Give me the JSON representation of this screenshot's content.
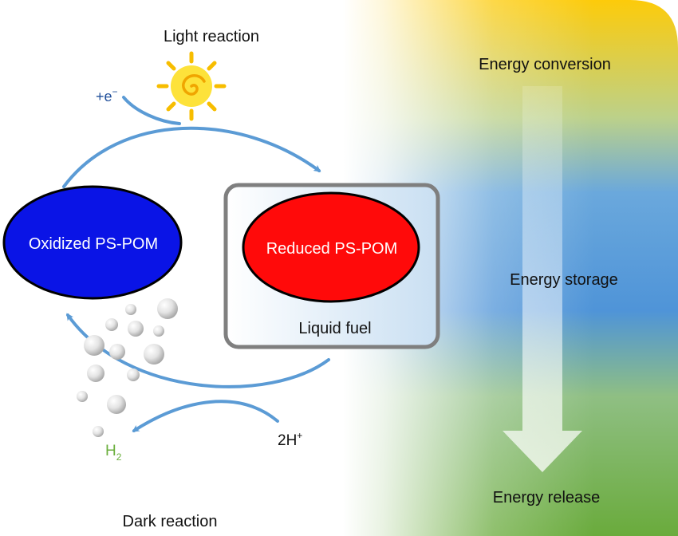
{
  "labels": {
    "light_reaction": "Light reaction",
    "dark_reaction": "Dark reaction",
    "electron": "+e",
    "electron_sup": "−",
    "oxidized": "Oxidized PS-POM",
    "reduced": "Reduced PS-POM",
    "liquid_fuel": "Liquid fuel",
    "protons": "2H",
    "protons_sup": "+",
    "hydrogen": "H",
    "hydrogen_sub": "2"
  },
  "energy_panel": {
    "conversion": "Energy conversion",
    "storage": "Energy storage",
    "release": "Energy release"
  },
  "colors": {
    "arrow": "#5b9bd5",
    "oxidized_fill": "#0a14e6",
    "reduced_fill": "#ff0a0a",
    "fuel_box_stroke": "#7f7f7f",
    "hydrogen_text": "#6aaf3d",
    "electron_text": "#1f4e9a",
    "energy_top": "#f7bd00",
    "energy_middle": "#4f94d8",
    "energy_bottom": "#6aab3c"
  },
  "icons": [
    "sun-icon",
    "gas-bubble-icon",
    "down-arrow-icon"
  ]
}
